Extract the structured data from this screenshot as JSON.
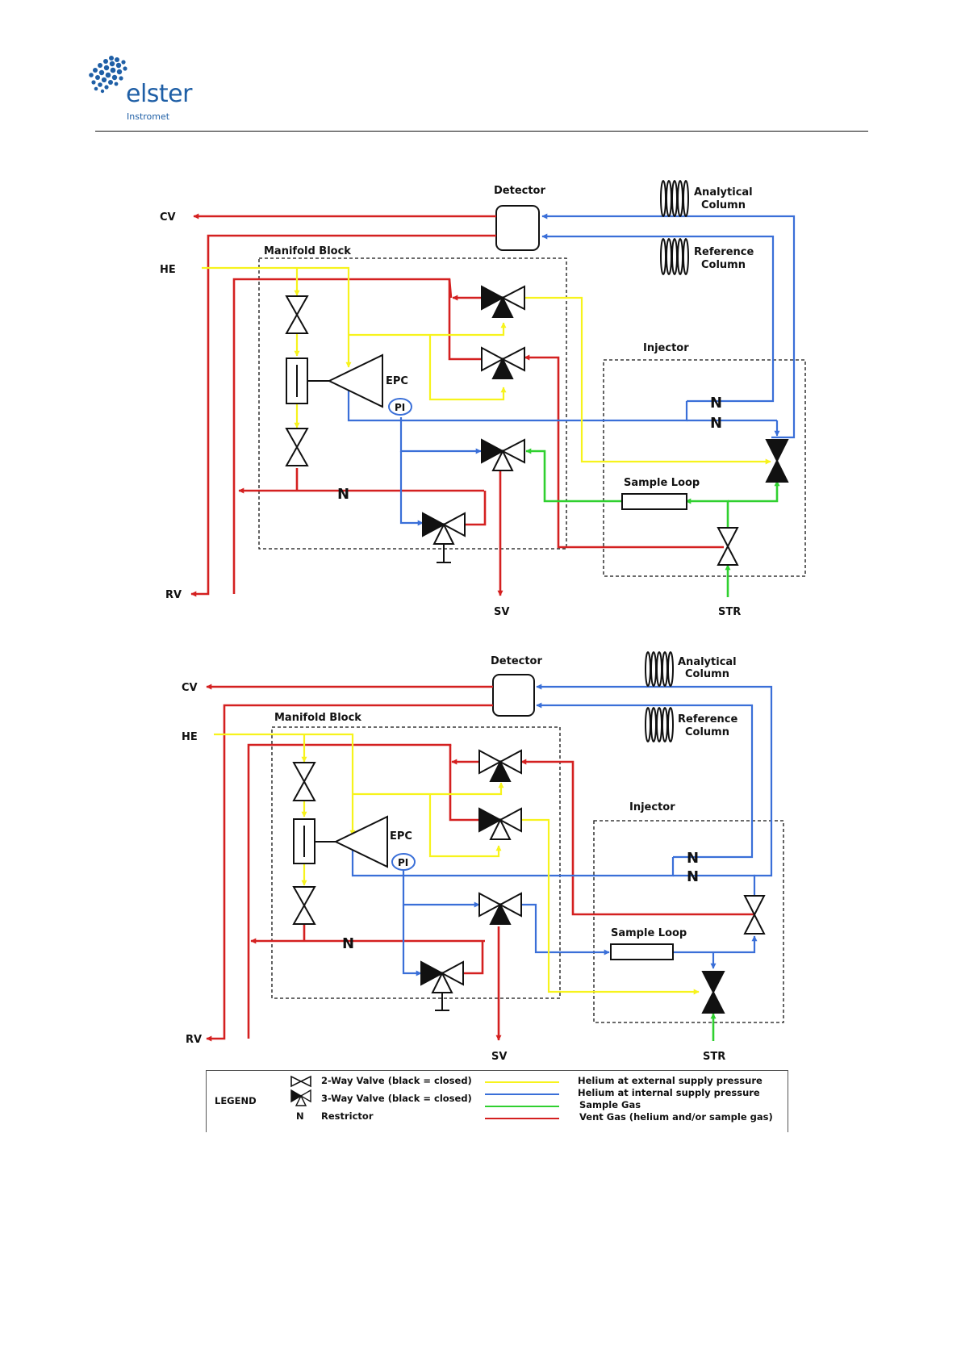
{
  "header": {
    "brand_name": "elster",
    "brand_sub": "Instromet"
  },
  "colors": {
    "yellow": "#f7f31c",
    "blue": "#3a6fd8",
    "green": "#2fd02f",
    "red": "#d42020",
    "brand_blue": "#1f5fa6"
  },
  "diagram_top": {
    "label_cv": "CV",
    "label_he": "HE",
    "label_rv": "RV",
    "label_sv": "SV",
    "label_str": "STR",
    "label_detector": "Detector",
    "label_analytical_1": "Analytical",
    "label_analytical_2": "Column",
    "label_reference_1": "Reference",
    "label_reference_2": "Column",
    "label_manifold": "Manifold Block",
    "label_injector": "Injector",
    "label_epc": "EPC",
    "label_pi": "PI",
    "label_sample_loop": "Sample Loop",
    "label_restrictor": "N"
  },
  "diagram_bottom": {
    "label_cv": "CV",
    "label_he": "HE",
    "label_rv": "RV",
    "label_sv": "SV",
    "label_str": "STR",
    "label_detector": "Detector",
    "label_analytical_1": "Analytical",
    "label_analytical_2": "Column",
    "label_reference_1": "Reference",
    "label_reference_2": "Column",
    "label_manifold": "Manifold Block",
    "label_injector": "Injector",
    "label_epc": "EPC",
    "label_pi": "PI",
    "label_sample_loop": "Sample Loop",
    "label_restrictor": "N"
  },
  "legend": {
    "title": "LEGEND",
    "two_way": "2-Way Valve (black = closed)",
    "three_way": "3-Way Valve (black = closed)",
    "restrictor_symbol": "N",
    "restrictor": "Restrictor",
    "helium_external": "Helium at external supply pressure",
    "helium_internal": "Helium at internal supply pressure",
    "sample_gas": "Sample Gas",
    "vent_gas": "Vent Gas (helium and/or sample gas)"
  }
}
